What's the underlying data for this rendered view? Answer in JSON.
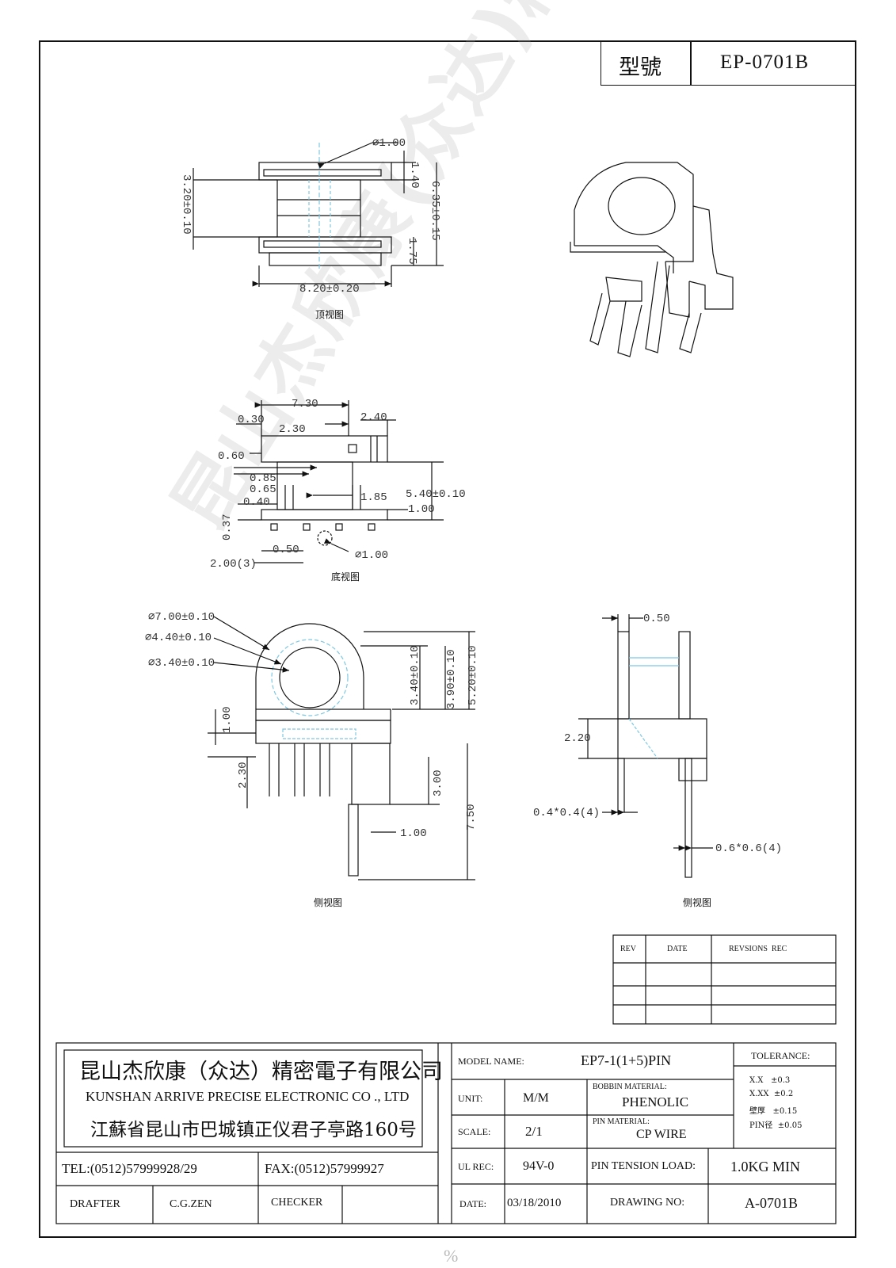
{
  "model_box": {
    "label": "型號",
    "value": "EP-0701B"
  },
  "watermark": "昆山杰欣康(众达)精密电子有限公司",
  "views": {
    "top": {
      "caption": "顶视图",
      "dims": [
        "⌀1.00",
        "1.40",
        "3.20±0.10",
        "6.35±0.15",
        "1.75",
        "8.20±0.20"
      ]
    },
    "bottom": {
      "caption": "底视图",
      "dims": [
        "7.30",
        "0.30",
        "2.30",
        "2.40",
        "0.60",
        "0.85",
        "0.65",
        "0.40",
        "1.85",
        "5.40±0.10",
        "1.00",
        "0.37",
        "0.50",
        "⌀1.00",
        "2.00(3)"
      ]
    },
    "side_left": {
      "caption": "侧视图",
      "dims": [
        "⌀7.00±0.10",
        "⌀4.40±0.10",
        "⌀3.40±0.10",
        "3.40±0.10",
        "3.90±0.10",
        "5.20±0.10",
        "1.00",
        "2.30",
        "3.00",
        "1.00",
        "7.50"
      ]
    },
    "side_right": {
      "caption": "侧视图",
      "dims": [
        "0.50",
        "2.20",
        "0.4*0.4(4)",
        "0.6*0.6(4)"
      ]
    }
  },
  "revision_table": {
    "headers": [
      "REV",
      "DATE",
      "REVSIONS  REC"
    ]
  },
  "title_block": {
    "company_cn": "昆山杰欣康（众达）精密電子有限公司",
    "company_en": "KUNSHAN ARRIVE PRECISE ELECTRONIC CO ., LTD",
    "address": "江蘇省昆山市巴城镇正仪君子亭路160号",
    "tel": "TEL:(0512)57999928/29",
    "fax": "FAX:(0512)57999927",
    "drafter_label": "DRAFTER",
    "drafter": "C.G.ZEN",
    "checker_label": "CHECKER",
    "model_name_label": "MODEL NAME:",
    "model_name": "EP7-1(1+5)PIN",
    "unit_label": "UNIT:",
    "unit": "M/M",
    "bobbin_label": "BOBBIN MATERIAL:",
    "bobbin": "PHENOLIC",
    "scale_label": "SCALE:",
    "scale": "2/1",
    "pin_mat_label": "PIN MATERIAL:",
    "pin_mat": "CP WIRE",
    "ul_label": "UL REC:",
    "ul": "94V-0",
    "tension_label": "PIN TENSION LOAD:",
    "tension": "1.0KG MIN",
    "date_label": "DATE:",
    "date": "03/18/2010",
    "drawing_no_label": "DRAWING NO:",
    "drawing_no": "A-0701B",
    "tolerance_label": "TOLERANCE:",
    "tolerances": [
      "X.X   ±0.3",
      "X.XX  ±0.2",
      "壁厚   ±0.15",
      "PIN径  ±0.05"
    ]
  },
  "footer": "%"
}
